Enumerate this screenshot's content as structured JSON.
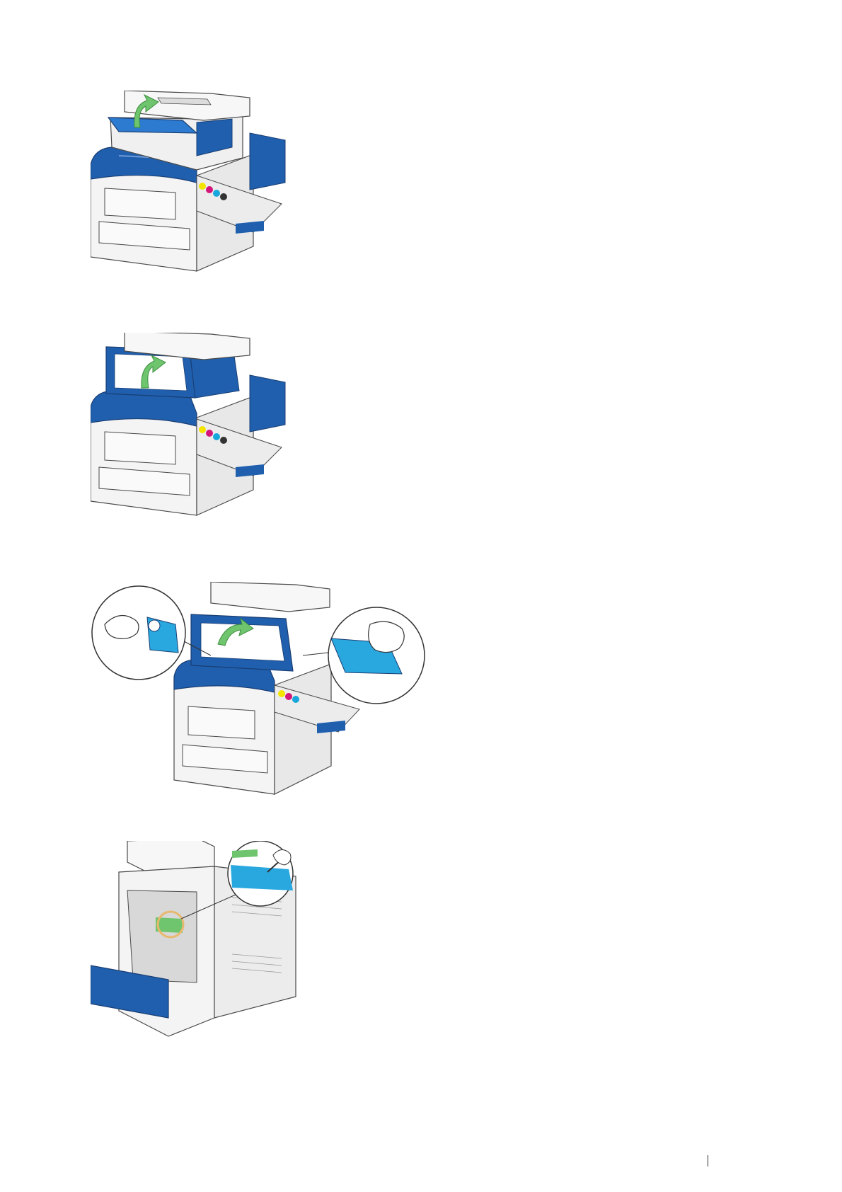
{
  "page": {
    "figures": [
      {
        "id": "fig1",
        "alt_icon": "printer-scanner-lift-arrow-icon"
      },
      {
        "id": "fig2",
        "alt_icon": "printer-top-cover-lift-arrow-icon"
      },
      {
        "id": "fig3",
        "alt_icon": "printer-cover-hold-detail-icon"
      },
      {
        "id": "fig4",
        "alt_icon": "printer-rear-cleaning-detail-icon"
      }
    ],
    "footer": {
      "page_number": ""
    }
  },
  "colors": {
    "printer_blue": "#1f5fae",
    "printer_light_blue": "#29a8e0",
    "arrow_green": "#6ec56e",
    "body_grey": "#f2f2f2",
    "outline": "#4a4a4a",
    "toner_yellow": "#f5e400",
    "toner_magenta": "#d4157a",
    "toner_cyan": "#18a7dc",
    "highlight_ring": "#e8b86e"
  }
}
